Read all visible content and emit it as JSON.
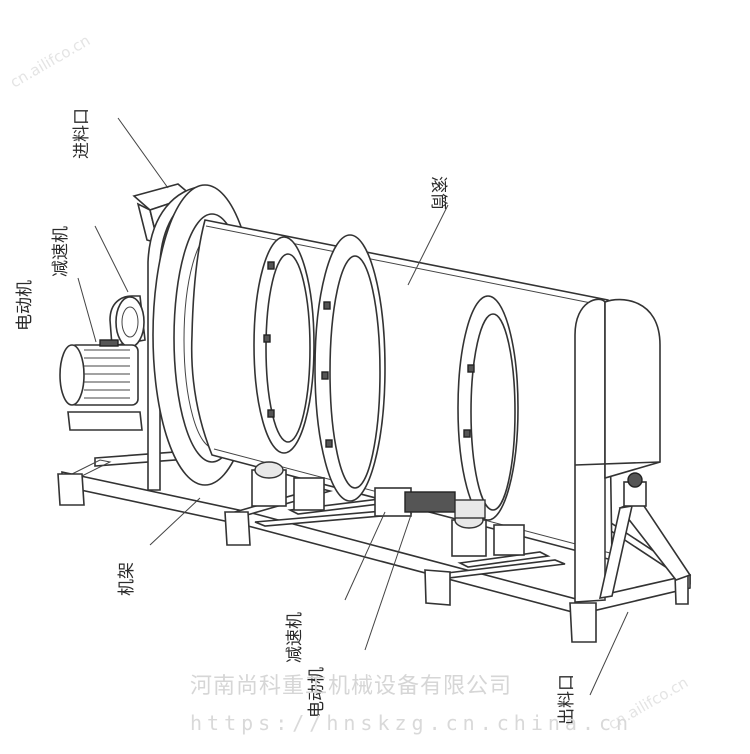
{
  "labels": {
    "feed_inlet": "进料口",
    "reducer_top": "减速机",
    "motor_top": "电动机",
    "drum": "滚筒",
    "frame": "机架",
    "reducer_bottom": "减速机",
    "motor_bottom": "电动机",
    "discharge_outlet": "出料口"
  },
  "watermark": {
    "company": "河南尚科重工机械设备有限公司",
    "url": "https://hnskzg.cn.china.cn",
    "corner_top_left": "cn.ailifco.cn",
    "corner_bottom_right": "cn.ailifco.cn"
  }
}
